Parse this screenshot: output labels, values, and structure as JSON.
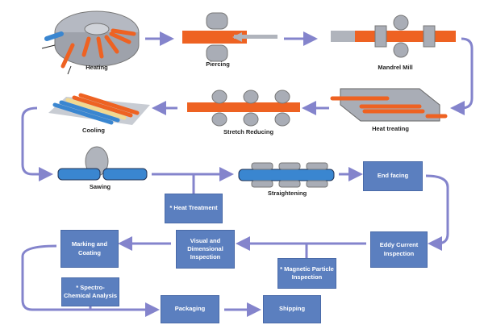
{
  "colors": {
    "box": "#5b7fbf",
    "arrow": "#8484cc",
    "hot_tube": "#ee6222",
    "cold_tube": "#3a86d0",
    "machine": "#a9adb6"
  },
  "stages": {
    "heating": "Heating",
    "piercing": "Piercing",
    "mandrel_mill": "Mandrel Mill",
    "heat_treating": "Heat treating",
    "stretch_reducing": "Stretch Reducing",
    "cooling": "Cooling",
    "sawing": "Sawing",
    "straightening": "Straightening"
  },
  "boxes": {
    "end_facing": "End facing",
    "heat_treatment": "* Heat Treatment",
    "eddy_current": "Eddy Current Inspection",
    "visual": "Visual and Dimensional Inspection",
    "magnetic": "* Magnetic Particle Inspection",
    "marking": "Marking and Coating",
    "spectro": "* Spectro-Chemical Analysis",
    "packaging": "Packaging",
    "shipping": "Shipping"
  }
}
